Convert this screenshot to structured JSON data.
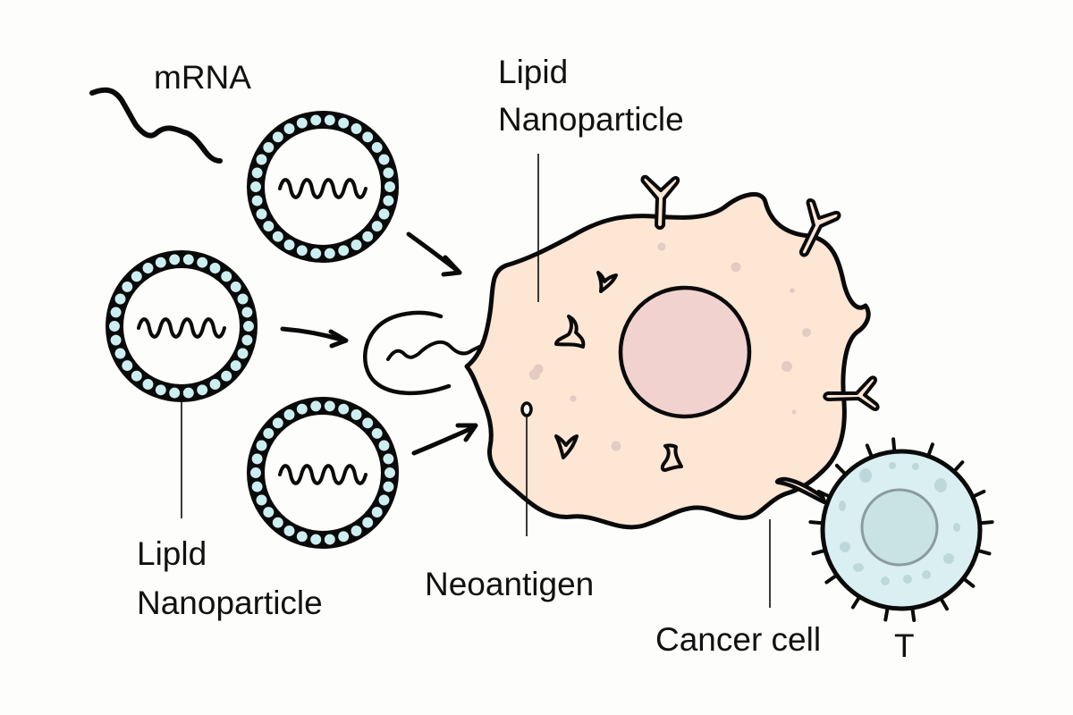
{
  "diagram": {
    "title": "mRNA lipid nanoparticle delivery of neoantigen to cancer cell and T cell",
    "labels": {
      "mrna": "mRNA",
      "lnp_top_line1": "Lipid",
      "lnp_top_line2": "Nanoparticle",
      "lnp_bottom_line1": "Lipld",
      "lnp_bottom_line2": "Nanoparticle",
      "neoantigen": "Neoantigen",
      "cancer_cell": "Cancer cell",
      "t_cell": "T"
    },
    "colors": {
      "lnp_bead": "#cdeef0",
      "lnp_interior": "#fdfdfb",
      "cancer_cytoplasm": "#fde6d4",
      "cancer_nucleus": "#f2d2cf",
      "cancer_granule": "#e1c6c0",
      "receptor_fill": "#fde6d4",
      "t_cell_body": "#d9eff2",
      "t_cell_nucleus": "#c9e2e4",
      "t_cell_nucleus_ring": "#8a9c9e",
      "ink": "#0a0a0a",
      "background": "#fdfdfb"
    },
    "components": [
      "free mRNA strand",
      "lipid nanoparticle (top)",
      "lipid nanoparticle (middle)",
      "lipid nanoparticle (bottom)",
      "endosome releasing mRNA",
      "cancer cell",
      "T cell"
    ]
  }
}
